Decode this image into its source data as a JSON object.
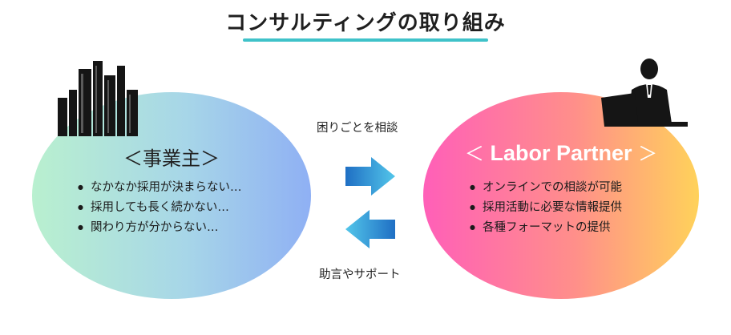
{
  "title": "コンサルティングの取り組み",
  "left_panel": {
    "heading": "＜事業主＞",
    "items": [
      "なかなか採用が決まらない…",
      "採用しても長く続かない…",
      "関わり方が分からない…"
    ]
  },
  "right_panel": {
    "heading_prefix": "＜",
    "heading_brand": "Labor Partner",
    "heading_suffix": "＞",
    "items": [
      "オンラインでの相談が可能",
      "採用活動に必要な情報提供",
      "各種フォーマットの提供"
    ]
  },
  "flow": {
    "to_partner_label": "困りごとを相談",
    "to_employer_label": "助言やサポート"
  },
  "icons": {
    "left": "buildings-icon",
    "right": "businessperson-laptop-icon",
    "arrow_right": "arrow-right-icon",
    "arrow_left": "arrow-left-icon"
  },
  "colors": {
    "title_underline": "#3fc2c9",
    "left_gradient": [
      "#b9f0cf",
      "#8fb0f4"
    ],
    "right_gradient": [
      "#ff5fb8",
      "#ffd25a"
    ],
    "arrow": "#1f7fc8"
  }
}
